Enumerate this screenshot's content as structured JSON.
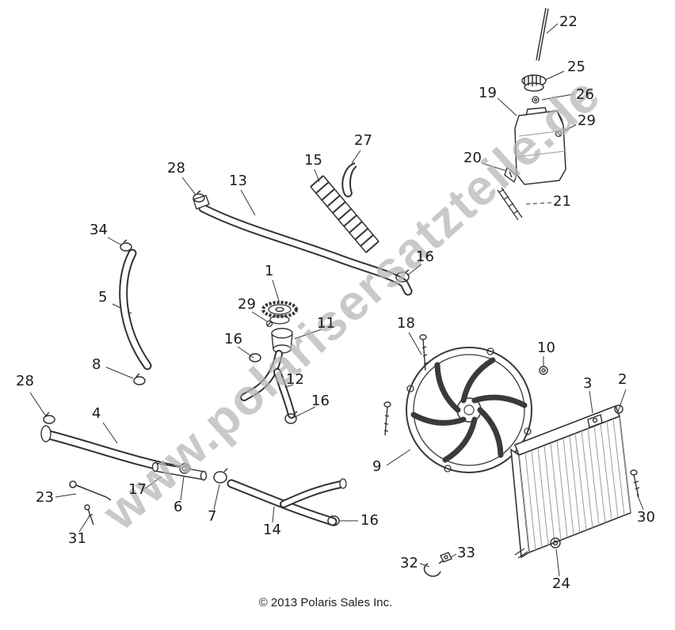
{
  "page": {
    "watermark": "www.polarisersatzteile.de",
    "copyright": "© 2013 Polaris Sales Inc.",
    "background": "#ffffff",
    "line_color": "#333333",
    "watermark_color": "#b5b5b5"
  },
  "diagram": {
    "kind": "exploded-parts-diagram",
    "subject": "cooling system"
  },
  "callouts": [
    {
      "label": "22"
    },
    {
      "label": "25"
    },
    {
      "label": "19"
    },
    {
      "label": "26"
    },
    {
      "label": "29"
    },
    {
      "label": "27"
    },
    {
      "label": "15"
    },
    {
      "label": "20"
    },
    {
      "label": "28"
    },
    {
      "label": "13"
    },
    {
      "label": "21"
    },
    {
      "label": "34"
    },
    {
      "label": "16"
    },
    {
      "label": "1"
    },
    {
      "label": "5"
    },
    {
      "label": "29"
    },
    {
      "label": "11"
    },
    {
      "label": "18"
    },
    {
      "label": "10"
    },
    {
      "label": "16"
    },
    {
      "label": "2"
    },
    {
      "label": "3"
    },
    {
      "label": "8"
    },
    {
      "label": "12"
    },
    {
      "label": "16"
    },
    {
      "label": "28"
    },
    {
      "label": "4"
    },
    {
      "label": "9"
    },
    {
      "label": "23"
    },
    {
      "label": "17"
    },
    {
      "label": "6"
    },
    {
      "label": "7"
    },
    {
      "label": "14"
    },
    {
      "label": "16"
    },
    {
      "label": "31"
    },
    {
      "label": "30"
    },
    {
      "label": "33"
    },
    {
      "label": "32"
    },
    {
      "label": "24"
    }
  ]
}
